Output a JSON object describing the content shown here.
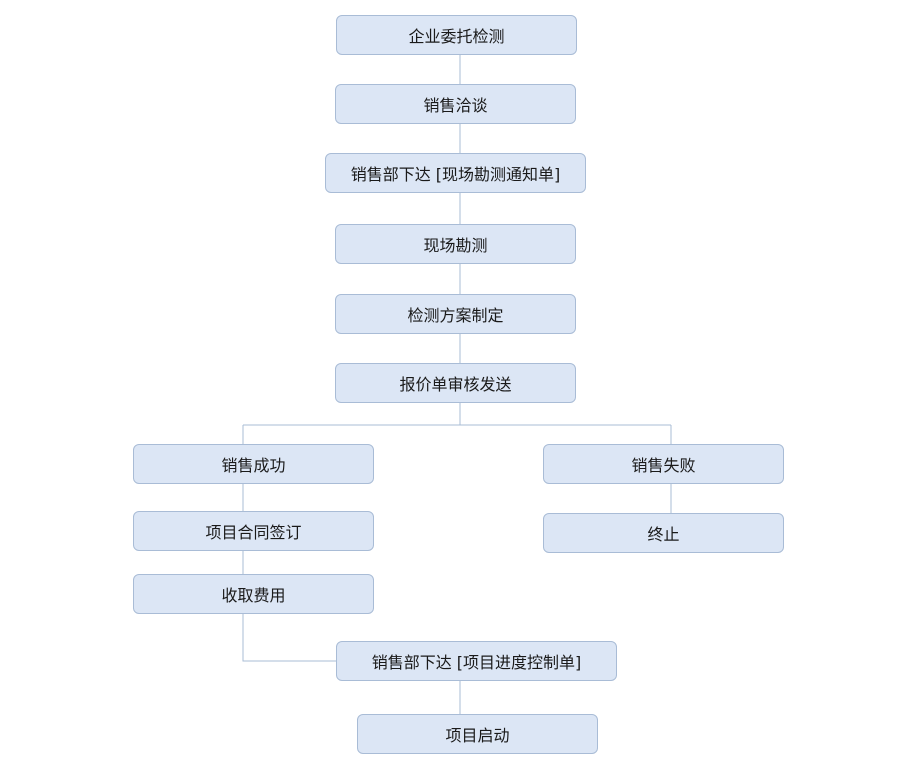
{
  "nodes": {
    "entrust": "企业委托检测",
    "negotiation": "销售洽谈",
    "site_survey_notice": "销售部下达 [现场勘测通知单]",
    "site_survey": "现场勘测",
    "plan": "检测方案制定",
    "quotation": "报价单审核发送",
    "success": "销售成功",
    "contract": "项目合同签订",
    "fee": "收取费用",
    "progress_order": "销售部下达 [项目进度控制单]",
    "start": "项目启动",
    "failure": "销售失败",
    "terminate": "终止"
  },
  "colors": {
    "node_fill": "#dce6f5",
    "node_border": "#a9bcd6",
    "connector": "#a9bcd6"
  }
}
